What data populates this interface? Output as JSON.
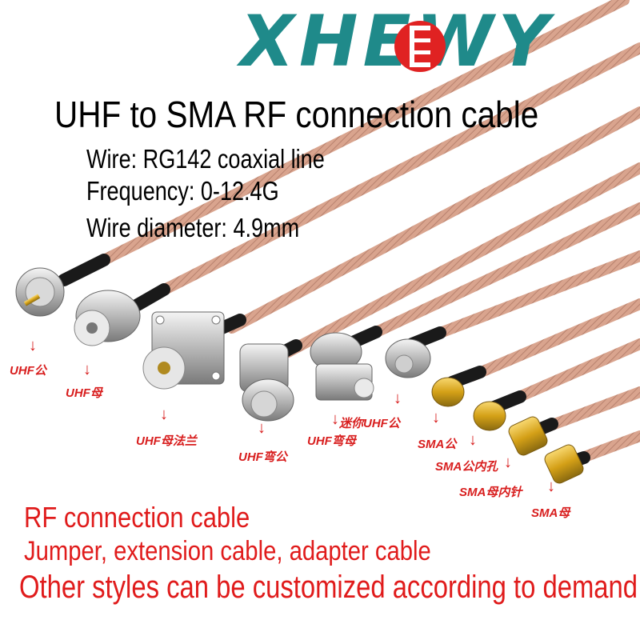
{
  "brand": {
    "name": "XHEWY"
  },
  "title": "UHF to SMA RF connection cable",
  "specs": {
    "wire": "Wire: RG142 coaxial line",
    "frequency": "Frequency: 0-12.4G",
    "diameter": "Wire diameter: 4.9mm"
  },
  "connectors": {
    "uhf_male": "UHF公",
    "uhf_female": "UHF母",
    "uhf_female_flange": "UHF母法兰",
    "uhf_bent_male": "UHF弯公",
    "uhf_bent_female": "UHF弯母",
    "mini_uhf_male": "迷你UHF公",
    "sma_male": "SMA公",
    "sma_male_inner_hole": "SMA公内孔",
    "sma_female_inner_pin": "SMA母内针",
    "sma_female": "SMA母"
  },
  "footer": {
    "line1": "RF connection cable",
    "line2": "Jumper, extension cable, adapter cable",
    "line3": "Other styles can be customized according to demand"
  },
  "colors": {
    "brand": "#1f8a8a",
    "logo_red": "#e02222",
    "label_red": "#d81e1e",
    "cable": "#d9a48e",
    "cable_sheath": "#1a1a1a",
    "metal": "#c8c8c8",
    "gold": "#d4a017"
  },
  "arrow_icon": "down-arrow-icon"
}
